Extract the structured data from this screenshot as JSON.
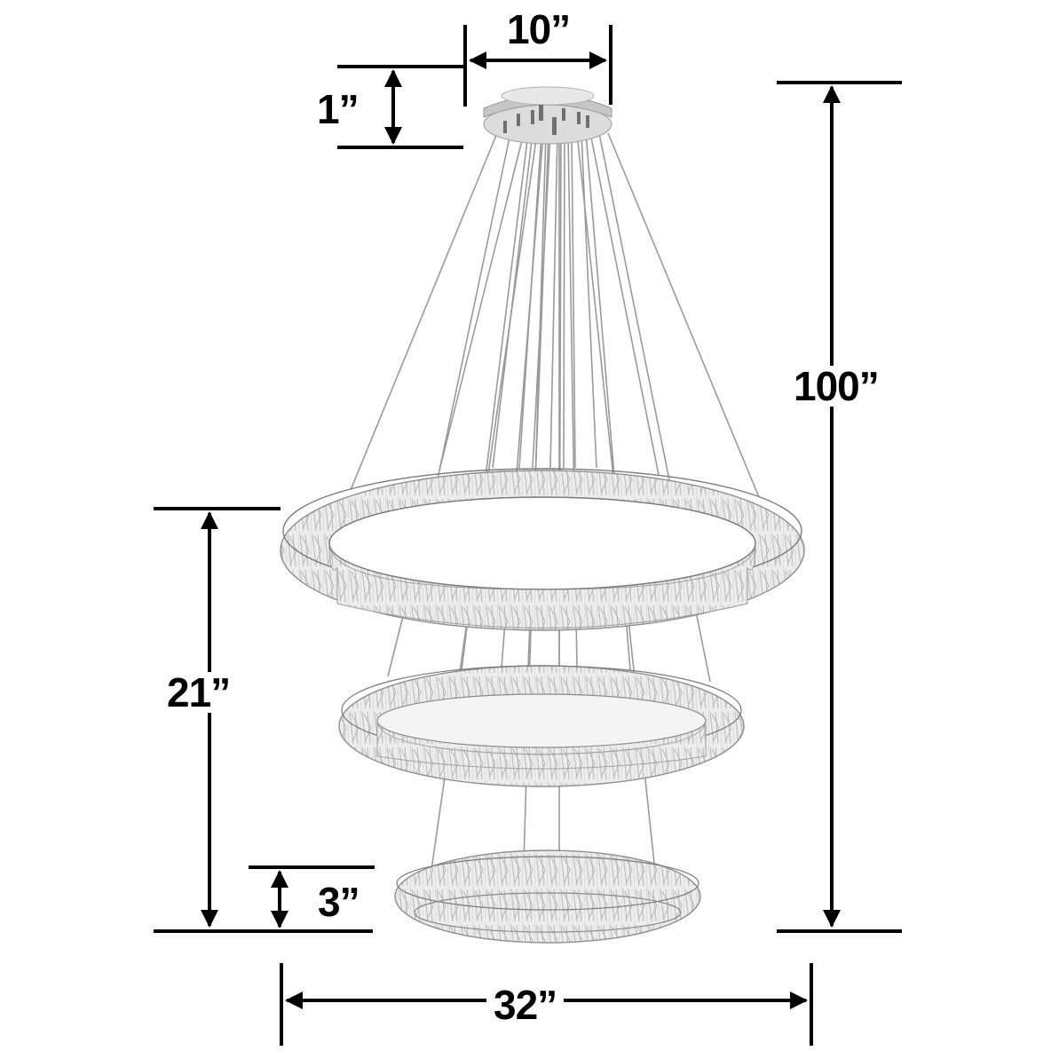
{
  "diagram": {
    "subject": "Three-tier crystal ring chandelier",
    "background_color": "#ffffff",
    "line_color": "#000000",
    "cable_color": "#9a9a9a",
    "crystal_color": "#d9d9d9"
  },
  "dimensions": {
    "canopy_width": {
      "label": "10”",
      "value": 10,
      "unit": "in"
    },
    "canopy_height": {
      "label": "1”",
      "value": 1,
      "unit": "in"
    },
    "overall_height": {
      "label": "100”",
      "value": 100,
      "unit": "in"
    },
    "tier_drop": {
      "label": "21”",
      "value": 21,
      "unit": "in"
    },
    "ring_height": {
      "label": "3”",
      "value": 3,
      "unit": "in"
    },
    "diameter": {
      "label": "32”",
      "value": 32,
      "unit": "in"
    }
  },
  "components": {
    "canopy": "ceiling-canopy",
    "rings": [
      {
        "name": "large-ring",
        "tier": 1
      },
      {
        "name": "medium-ring",
        "tier": 2
      },
      {
        "name": "small-ring",
        "tier": 3
      }
    ]
  }
}
